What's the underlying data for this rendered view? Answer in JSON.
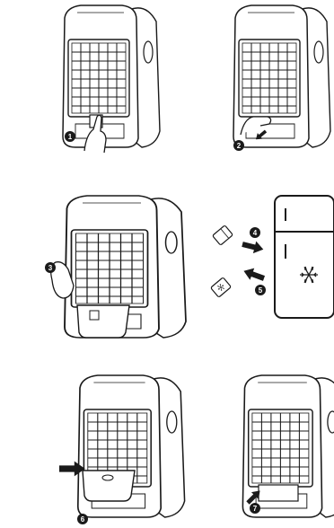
{
  "steps": [
    {
      "number": "1"
    },
    {
      "number": "2"
    },
    {
      "number": "3"
    },
    {
      "number": "4"
    },
    {
      "number": "5"
    },
    {
      "number": "6"
    },
    {
      "number": "7"
    }
  ],
  "colors": {
    "ink": "#1a1a1a",
    "paper": "#ffffff"
  },
  "icons": [
    "unit-illustration",
    "hand-icon",
    "arrow-icon",
    "ice-pack-icon",
    "freezer-icon",
    "snowflake-icon"
  ]
}
